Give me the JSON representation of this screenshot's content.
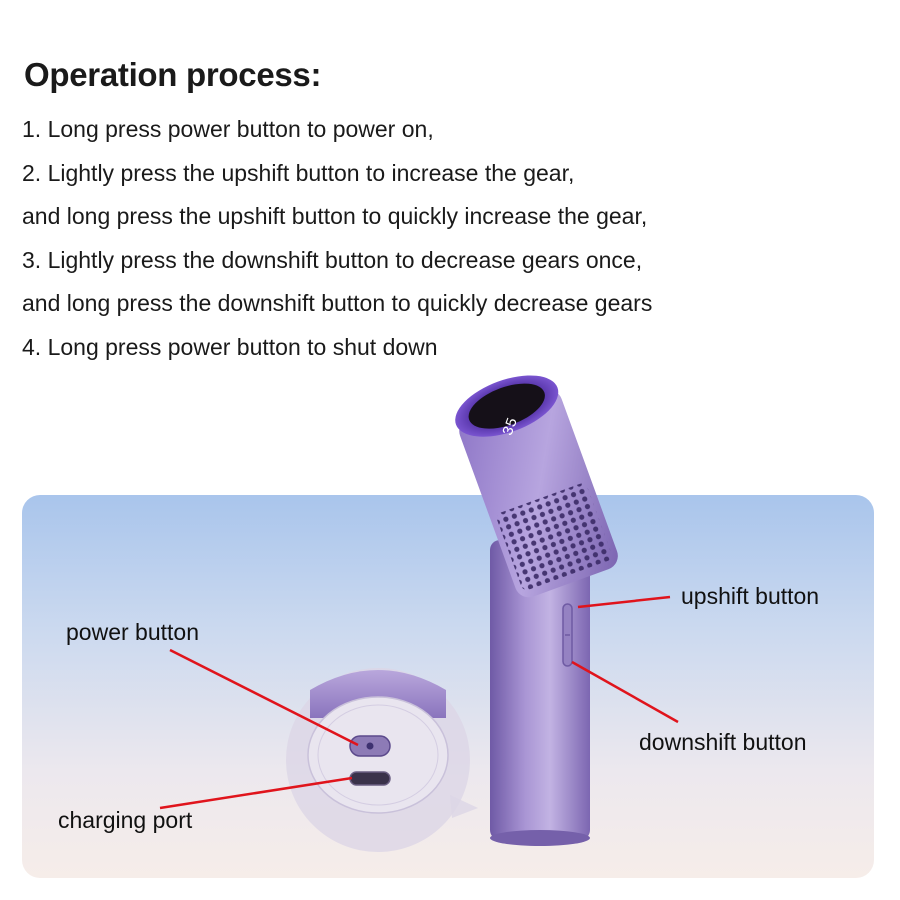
{
  "heading": "Operation process:",
  "steps": [
    "1. Long press power button to power on,",
    "2. Lightly press the upshift button to increase the gear,",
    "and long press the upshift button to quickly increase the gear,",
    "3. Lightly press the downshift button to decrease gears once,",
    "and long press the downshift button to quickly decrease gears",
    "4. Long press power button to shut down"
  ],
  "labels": {
    "power_button": "power button",
    "charging_port": "charging port",
    "upshift_button": "upshift button",
    "downshift_button": "downshift button"
  },
  "display_readout": "35",
  "colors": {
    "device_purple": "#9a86c4",
    "device_dark": "#5b3fa3",
    "pointer_red": "#e0141c",
    "panel_top": "#a9c5ec",
    "panel_bottom": "#f6ede9"
  }
}
